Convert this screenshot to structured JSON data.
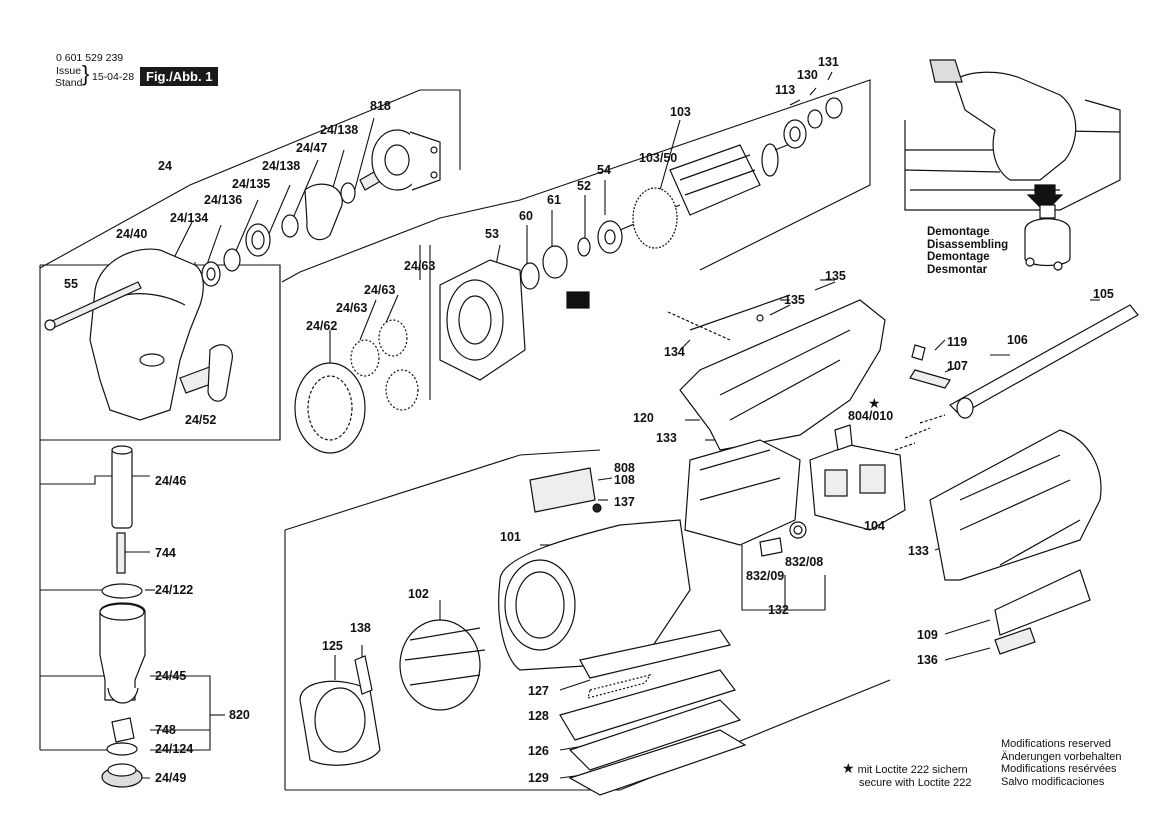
{
  "header": {
    "part_number": "0 601 529 239",
    "issue_label": "Issue",
    "stand_label": "Stand",
    "date": "15-04-28",
    "figure": "Fig./Abb. 1"
  },
  "demontage": [
    "Demontage",
    "Disassembling",
    "Demontage",
    "Desmontar"
  ],
  "notes": [
    "Modifications reserved",
    "Änderungen vorbehalten",
    "Modifications resérvées",
    "Salvo modificaciones"
  ],
  "loctite": [
    "mit Loctite 222 sichern",
    "secure with Loctite 222"
  ],
  "labels": [
    "24",
    "24/40",
    "24/134",
    "24/136",
    "24/135",
    "24/138",
    "24/47",
    "24/138",
    "818",
    "55",
    "24/52",
    "24/46",
    "744",
    "24/122",
    "24/45",
    "748",
    "24/124",
    "24/49",
    "820",
    "24/62",
    "24/63",
    "24/63",
    "24/63",
    "53",
    "60",
    "61",
    "52",
    "54",
    "103",
    "103/50",
    "113",
    "130",
    "131",
    "134",
    "135",
    "135",
    "120",
    "133",
    "119",
    "107",
    "106",
    "105",
    "804/010",
    "808",
    "108",
    "137",
    "101",
    "104",
    "133",
    "832/09",
    "832/08",
    "132",
    "102",
    "138",
    "125",
    "127",
    "128",
    "126",
    "129",
    "109",
    "136"
  ]
}
